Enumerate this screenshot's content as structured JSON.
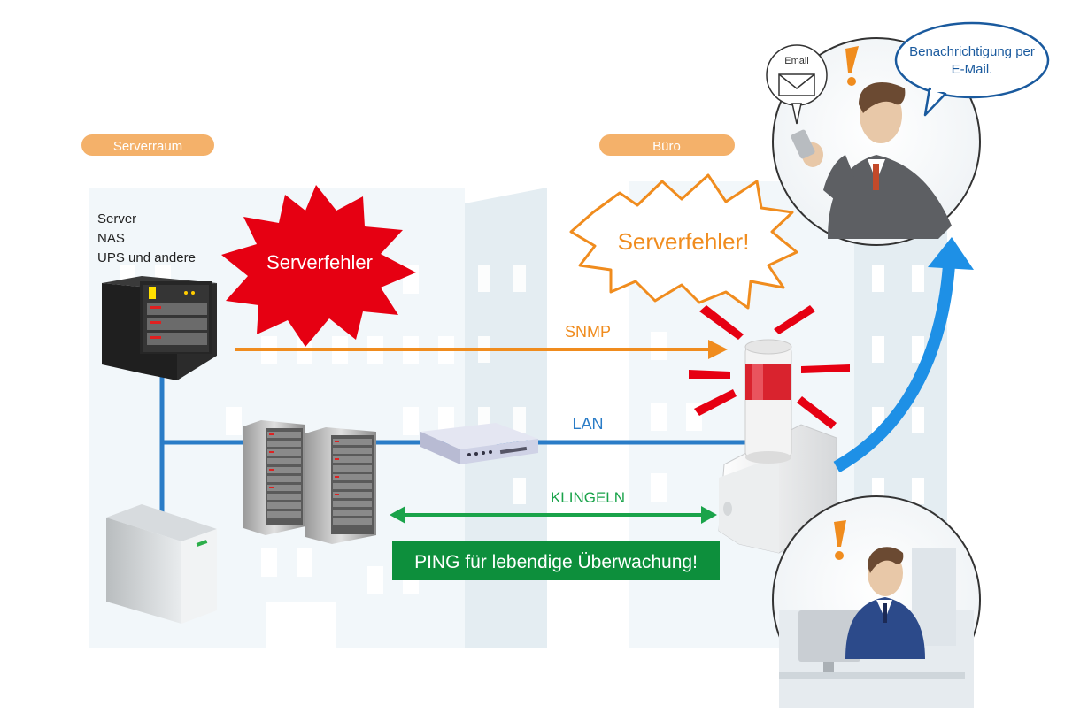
{
  "zones": {
    "server_room": "Serverraum",
    "office": "Büro"
  },
  "devices_label": {
    "line1": "Server",
    "line2": "NAS",
    "line3": "UPS und andere"
  },
  "server_error_burst": "Serverfehler",
  "office_error_bubble": "Serverfehler!",
  "links": {
    "snmp": "SNMP",
    "lan": "LAN",
    "ping": "KLINGELN"
  },
  "ping_banner": "PING für lebendige Überwachung!",
  "email_icon_label": "Email",
  "notification_bubble": {
    "line1": "Benachrichtigung per",
    "line2": "E-Mail."
  },
  "colors": {
    "zone_tag": "#f4b16a",
    "snmp": "#f08c1e",
    "lan": "#2a7cc7",
    "ping": "#1aa34a",
    "burst": "#e60012",
    "banner": "#0d8f3c",
    "notify_arrow": "#1e90e6"
  }
}
